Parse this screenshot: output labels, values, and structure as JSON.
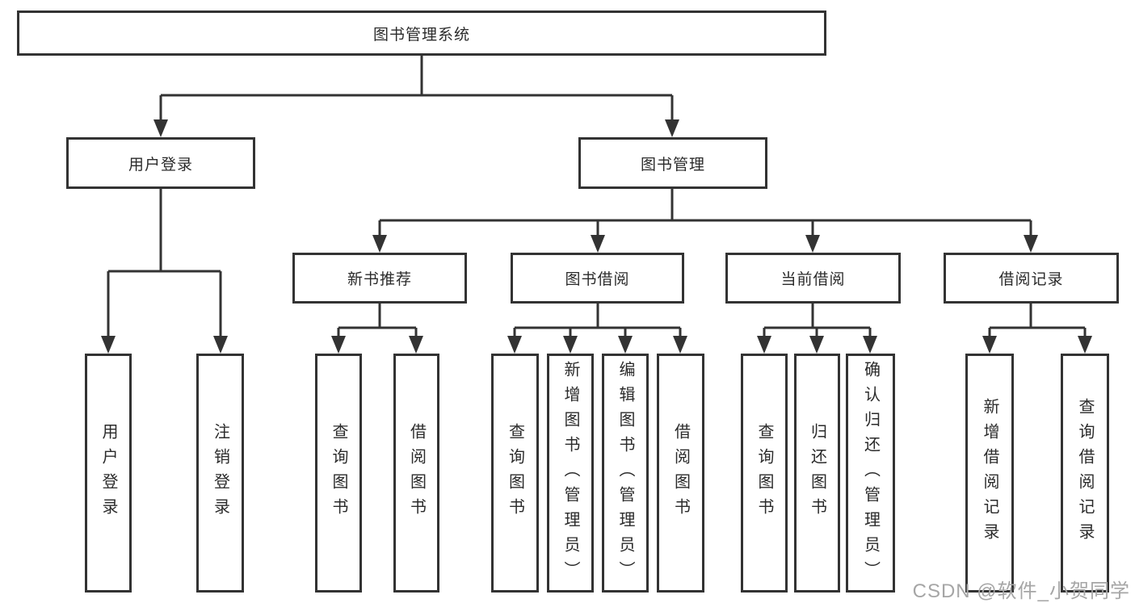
{
  "tree": {
    "root": {
      "label": "图书管理系统"
    },
    "children": [
      {
        "label": "用户登录",
        "children": [
          {
            "label": "用户登录"
          },
          {
            "label": "注销登录"
          }
        ]
      },
      {
        "label": "图书管理",
        "children": [
          {
            "label": "新书推荐",
            "children": [
              {
                "label": "查询图书"
              },
              {
                "label": "借阅图书"
              }
            ]
          },
          {
            "label": "图书借阅",
            "children": [
              {
                "label": "查询图书"
              },
              {
                "label": "新增图书（管理员）"
              },
              {
                "label": "编辑图书（管理员）"
              },
              {
                "label": "借阅图书"
              }
            ]
          },
          {
            "label": "当前借阅",
            "children": [
              {
                "label": "查询图书"
              },
              {
                "label": "归还图书"
              },
              {
                "label": "确认归还（管理员）"
              }
            ]
          },
          {
            "label": "借阅记录",
            "children": [
              {
                "label": "新增借阅记录"
              },
              {
                "label": "查询借阅记录"
              }
            ]
          }
        ]
      }
    ]
  },
  "watermark": {
    "text": "CSDN @软件_小贺同学"
  },
  "colors": {
    "line": "#333333",
    "box_border": "#333333",
    "text": "#2b2b2b",
    "background": "#ffffff",
    "watermark": "#a6a6a6"
  }
}
